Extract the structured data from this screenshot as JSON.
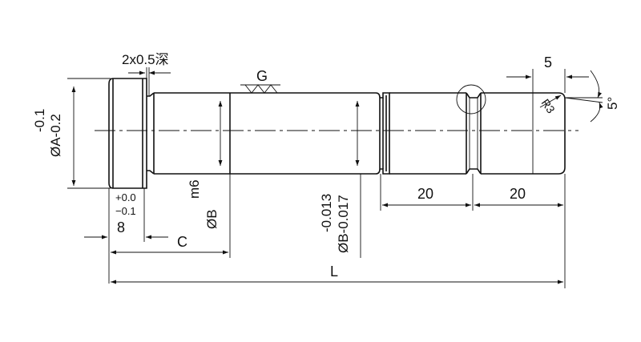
{
  "drawing": {
    "dims": {
      "groove_depth": "2x0.5深",
      "surface_symbol": "G",
      "head_dia_tol": "-0.1",
      "head_dia": "ØA-0.2",
      "head_len_tol_plus": "+0.0",
      "head_len_tol_minus": "−0.1",
      "head_len": "8",
      "c_len": "C",
      "fit_tol": "m6",
      "fit_dia": "ØB",
      "shaft_tol": "-0.013",
      "shaft_dia": "ØB-0.017",
      "seg1": "20",
      "seg2": "20",
      "total_len": "L",
      "end_flat": "5",
      "taper_angle": "5°",
      "tip_radius": "R3"
    }
  }
}
